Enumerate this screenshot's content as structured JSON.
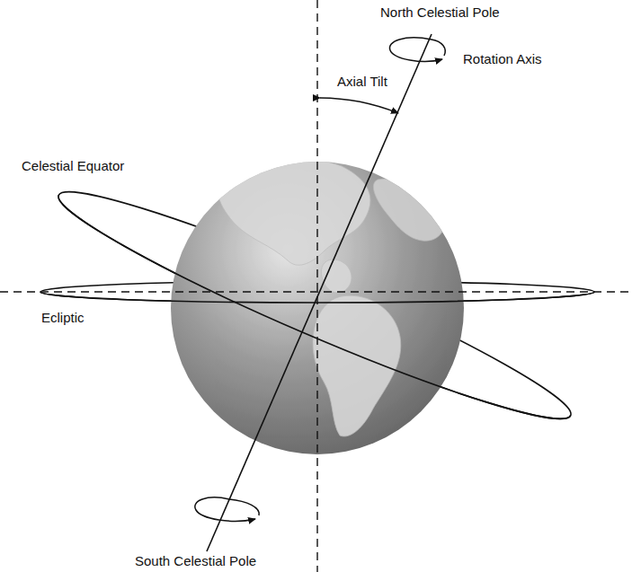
{
  "diagram": {
    "labels": [
      "North Celestial Pole",
      "Rotation Axis",
      "Axial Tilt",
      "Celestial Equator",
      "Ecliptic",
      "South Celestial Pole"
    ]
  }
}
